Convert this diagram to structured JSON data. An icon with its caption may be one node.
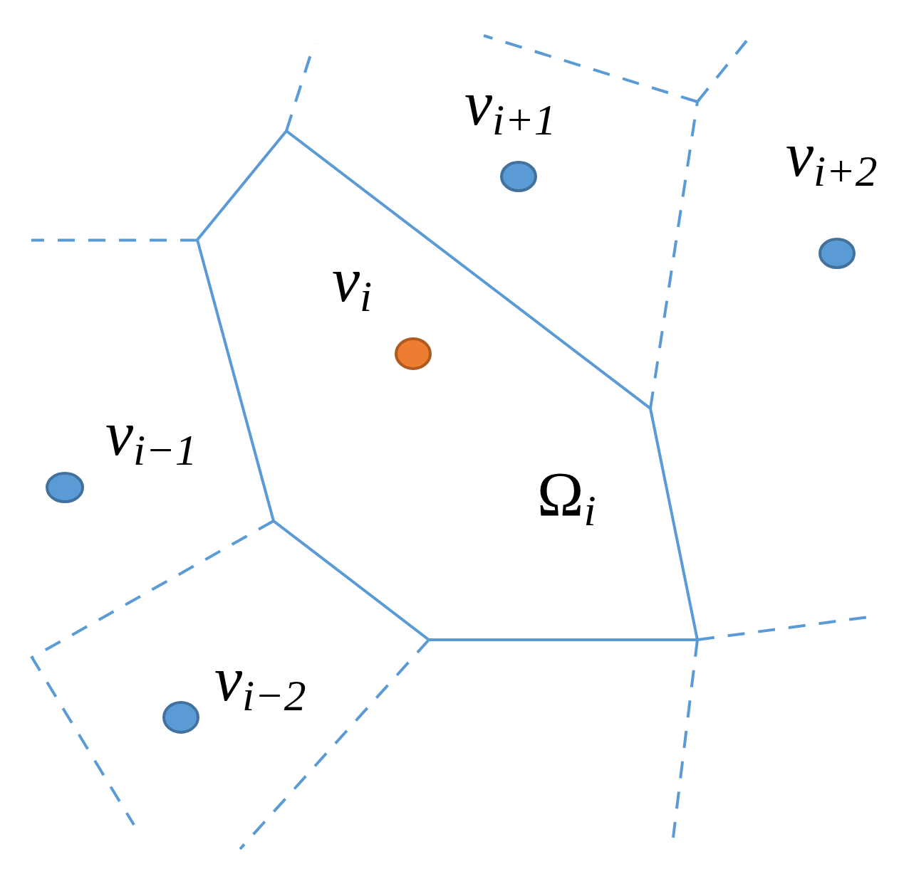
{
  "diagram": {
    "nodes": [
      {
        "text": [],
        "shape": "circle",
        "beside": [
          "*v*$_{i+1}$"
        ]
      },
      {
        "text": [],
        "shape": "circle",
        "beside": [
          "*v*$_{i+2}$"
        ]
      },
      {
        "text": [
          "Ω$_{i}$"
        ]
      },
      {
        "text": [],
        "shape": "circle",
        "beside": [
          "*v*$_{i}$"
        ],
        "in": 2
      },
      {
        "text": [],
        "shape": "circle",
        "beside": [
          "*v*$_{i−1}$"
        ]
      },
      {
        "text": [],
        "shape": "circle",
        "beside": [
          "*v*$_{i−2}$"
        ]
      }
    ]
  }
}
